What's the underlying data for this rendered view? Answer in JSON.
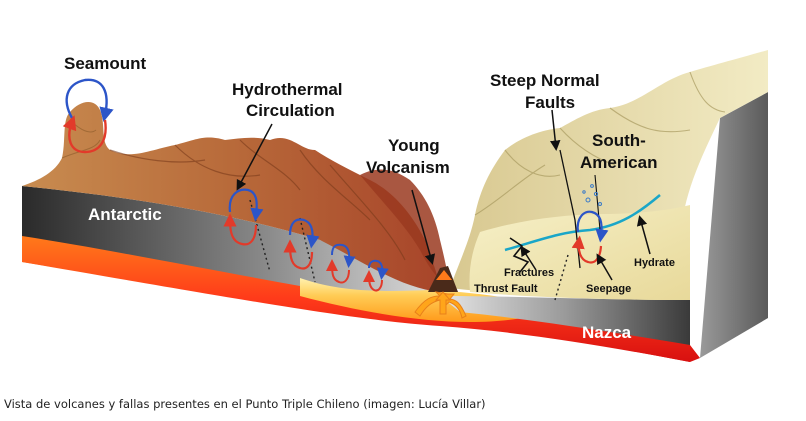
{
  "diagram": {
    "labels": {
      "seamount": "Seamount",
      "hydrothermal_1": "Hydrothermal",
      "hydrothermal_2": "Circulation",
      "young_1": "Young",
      "young_2": "Volcanism",
      "steep_1": "Steep Normal",
      "steep_2": "Faults",
      "south_1": "South-",
      "south_2": "American",
      "antarctic": "Antarctic",
      "nazca": "Nazca",
      "fractures": "Fractures",
      "thrust_fault": "Thrust Fault",
      "seepage": "Seepage",
      "hydrate": "Hydrate"
    },
    "colors": {
      "circulation_warm": "#e23a2a",
      "circulation_cold": "#2c55c8",
      "mantle_hot": "#ff3a1a",
      "magma": "#ffc24a",
      "hydrate_line": "#1aa6c8"
    }
  },
  "caption": "Vista de volcanes y fallas presentes en el Punto Triple Chileno (imagen: Lucía Villar)"
}
